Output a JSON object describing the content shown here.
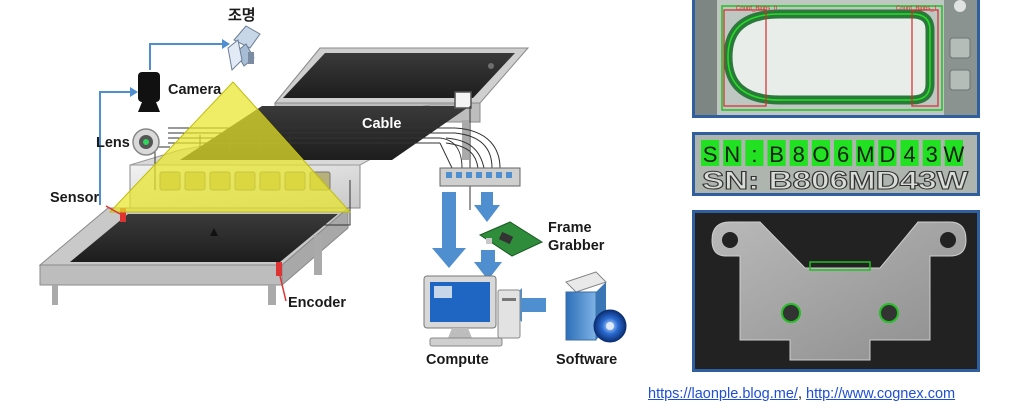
{
  "labels": {
    "lighting": "조명",
    "camera": "Camera",
    "lens": "Lens",
    "sensor": "Sensor",
    "cable": "Cable",
    "frame_grabber_line1": "Frame",
    "frame_grabber_line2": "Grabber",
    "encoder": "Encoder",
    "compute": "Compute",
    "software": "Software"
  },
  "ocr_panel": {
    "recognized": [
      "S",
      "N",
      ":",
      "B",
      "8",
      "O",
      "6",
      "M",
      "D",
      "4",
      "3",
      "W"
    ],
    "source_text": "SN: B806MD43W"
  },
  "blob_panel": {
    "label_left": "Count_Blobs_0",
    "label_right": "Count_Blobs_1"
  },
  "sources": {
    "link1": "https://laonple.blog.me/",
    "separator": ", ",
    "link2": "http://www.cognex.com"
  },
  "colors": {
    "arrow_blue": "#4f8fcf",
    "light_cone": "#e8e62a",
    "ocr_green": "#22e022",
    "panel_frame": "#2f5f9f"
  }
}
